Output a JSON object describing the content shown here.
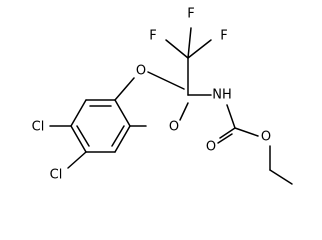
{
  "molecule": {
    "atoms": {
      "cl_upper": "Cl",
      "cl_lower": "Cl",
      "o_ring_top": "O",
      "o_ring_bottom": "O",
      "f_left": "F",
      "f_top": "F",
      "f_right": "F",
      "nh": "NH",
      "o_carbonyl": "O",
      "o_ester": "O"
    }
  }
}
